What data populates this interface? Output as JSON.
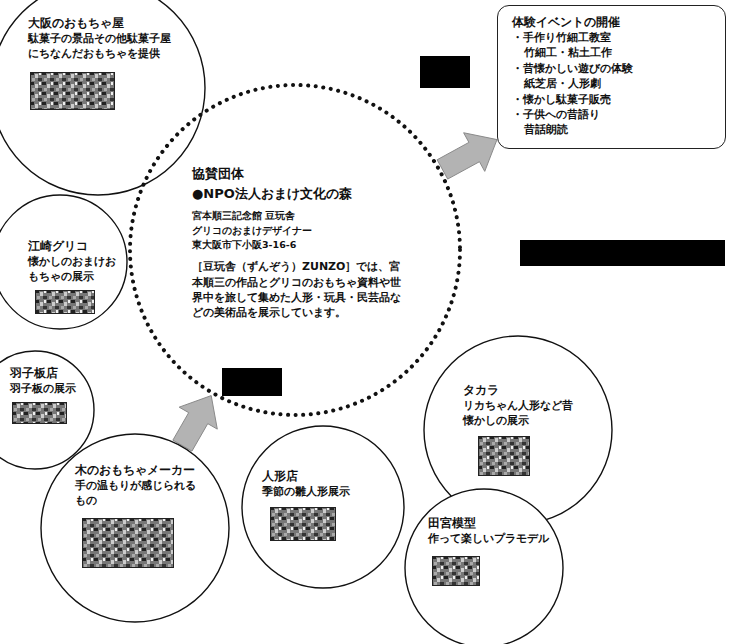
{
  "diagram": {
    "nodes": [
      {
        "text": [
          "大阪のおもちゃ屋",
          "駄菓子の景品その他駄菓子屋にちなんだおもちゃを提供"
        ]
      },
      {
        "text": [
          "協賛団体",
          "●NPO法人おまけ文化の森",
          "宮本順三記念館 豆玩舎",
          "グリコのおまけデザイナー",
          "東大阪市下小阪3-16-6",
          "［豆玩舎（ずんぞう）ZUNZO］では、宮本順三の作品とグリコのおもちゃ資料や世界中を旅して集めた人形・玩具・民芸品などの美術品を展示しています。"
        ]
      },
      {
        "text": [
          "体験イベントの開催",
          "・手作り竹細工教室",
          "竹細工・粘土工作",
          "・昔懐かしい遊びの体験",
          "紙芝居・人形劇",
          "・懐かし駄菓子販売",
          "・子供への昔語り",
          "昔話朗読"
        ]
      },
      {
        "text": [
          "江崎グリコ",
          "懐かしのおまけおもちゃの展示"
        ]
      },
      {
        "text": [
          "羽子板店",
          "羽子板の展示"
        ]
      },
      {
        "text": [
          "木のおもちゃメーカー",
          "手の温もりが感じられるもの"
        ]
      },
      {
        "text": [
          "人形店",
          "季節の雛人形展示"
        ]
      },
      {
        "text": [
          "タカラ",
          "リカちゃん人形など昔懐かしの展示"
        ]
      },
      {
        "text": [
          "田宮模型",
          "作って楽しいプラモデル"
        ]
      }
    ],
    "edges": [
      {
        "from": 5,
        "to": 1,
        "arrow": "to"
      },
      {
        "from": 1,
        "to": 2,
        "arrow": "to"
      }
    ]
  }
}
